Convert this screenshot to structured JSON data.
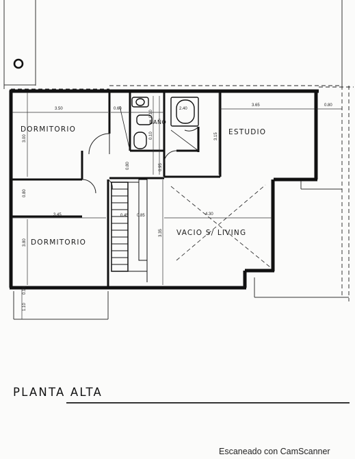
{
  "title": "PLANTA ALTA",
  "watermark": "Escaneado con CamScanner",
  "rooms": {
    "dormitorio_1": "DORMITORIO",
    "dormitorio_2": "DORMITORIO",
    "estudio": "ESTUDIO",
    "vacio_living": "VACIO S/ LIVING",
    "bano": "BAÑO"
  },
  "dimensions": {
    "d_350": "3.50",
    "d_060": "0.60",
    "d_240": "2.40",
    "d_365": "3.65",
    "d_080_right": "0.80",
    "d_345": "3.45",
    "d_430": "4.30",
    "d_300": "3.00",
    "d_315": "3.15",
    "d_380": "3.80",
    "d_335": "3.35",
    "d_080_left": "0.80",
    "d_080_hall": "0.80",
    "d_095": "0.95",
    "d_010": "0.10",
    "d_015": "0.15",
    "d_110": "1.10",
    "d_010b": "0.10",
    "d_045": "0.45",
    "d_085": "0.85"
  },
  "colors": {
    "wall": "#111111",
    "line": "#2a2a2a",
    "paper": "#fbfbfa"
  }
}
